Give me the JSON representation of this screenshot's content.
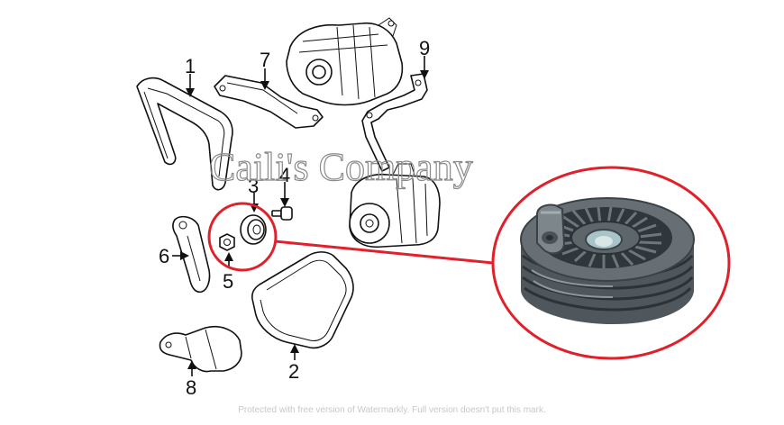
{
  "callouts": [
    {
      "id": "1",
      "text": "1"
    },
    {
      "id": "2",
      "text": "2"
    },
    {
      "id": "3",
      "text": "3"
    },
    {
      "id": "4",
      "text": "4"
    },
    {
      "id": "5",
      "text": "5"
    },
    {
      "id": "6",
      "text": "6"
    },
    {
      "id": "7",
      "text": "7"
    },
    {
      "id": "8",
      "text": "8"
    },
    {
      "id": "9",
      "text": "9"
    }
  ],
  "watermark": "Caili's Company",
  "footer_note": "Protected with free version of Watermarkly. Full version doesn't put this mark.",
  "colors": {
    "highlight_circle": "#e0202a",
    "pulley_body": "#5e666c",
    "pulley_ribs": "#30373c",
    "pulley_bore": "#a9c4c9",
    "line_art": "#111111"
  }
}
